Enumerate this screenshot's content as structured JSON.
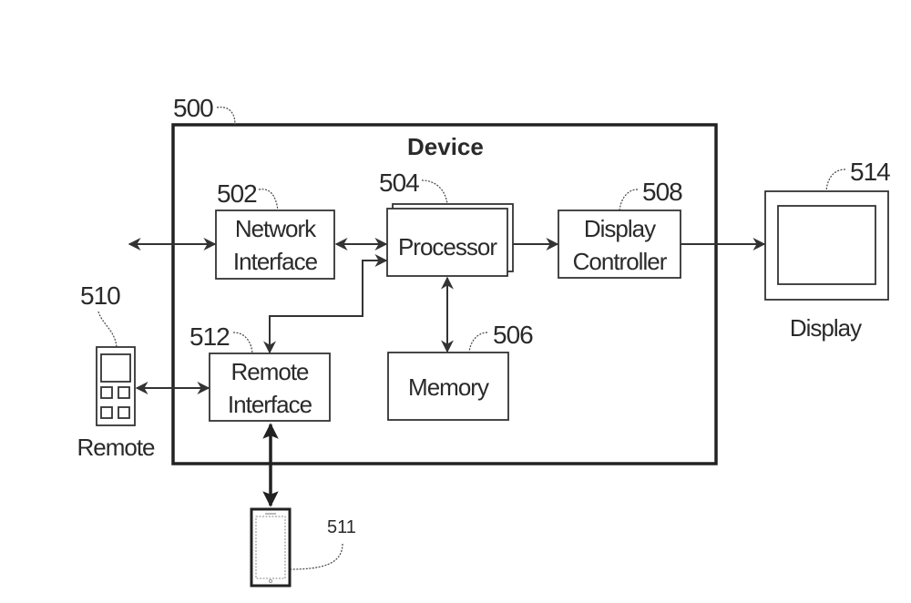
{
  "diagram": {
    "device": {
      "ref": "500",
      "title": "Device"
    },
    "blocks": {
      "network_interface": {
        "ref": "502",
        "line1": "Network",
        "line2": "Interface"
      },
      "processor": {
        "ref": "504",
        "label": "Processor"
      },
      "memory": {
        "ref": "506",
        "label": "Memory"
      },
      "display_controller": {
        "ref": "508",
        "line1": "Display",
        "line2": "Controller"
      },
      "remote_interface": {
        "ref": "512",
        "line1": "Remote",
        "line2": "Interface"
      }
    },
    "external": {
      "remote": {
        "ref": "510",
        "label": "Remote"
      },
      "mobile_device": {
        "ref": "511"
      },
      "display": {
        "ref": "514",
        "label": "Display"
      }
    }
  }
}
